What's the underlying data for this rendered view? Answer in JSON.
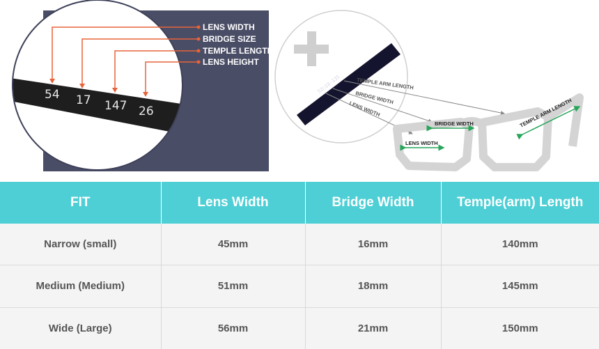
{
  "left_illustration": {
    "labels": [
      "LENS WIDTH",
      "BRIDGE SIZE",
      "TEMPLE LENGTH",
      "LENS HEIGHT"
    ],
    "numbers": [
      "54",
      "17",
      "147",
      "26"
    ],
    "colors": {
      "background": "#4a4d66",
      "arrow": "#e8633a",
      "band": "#1e1e1e"
    }
  },
  "right_illustration": {
    "plus_icon": "plus-icon",
    "arm_code": "52□18-135",
    "arm_labels": [
      "TEMPLE ARM LENGTH",
      "BRIDGE WIDTH",
      "LENS WIDTH"
    ],
    "glasses_labels": [
      "TEMPLE ARM LENGTH",
      "BRIDGE WIDTH",
      "LENS WIDTH"
    ],
    "colors": {
      "measure": "#27a65a",
      "frame": "#d4d4d4"
    }
  },
  "table": {
    "headers": [
      "FIT",
      "Lens Width",
      "Bridge Width",
      "Temple(arm) Length"
    ],
    "rows": [
      [
        "Narrow (small)",
        "45mm",
        "16mm",
        "140mm"
      ],
      [
        "Medium (Medium)",
        "51mm",
        "18mm",
        "145mm"
      ],
      [
        "Wide (Large)",
        "56mm",
        "21mm",
        "150mm"
      ]
    ],
    "colors": {
      "header": "#4dcfd5",
      "row": "#f4f4f4"
    }
  }
}
